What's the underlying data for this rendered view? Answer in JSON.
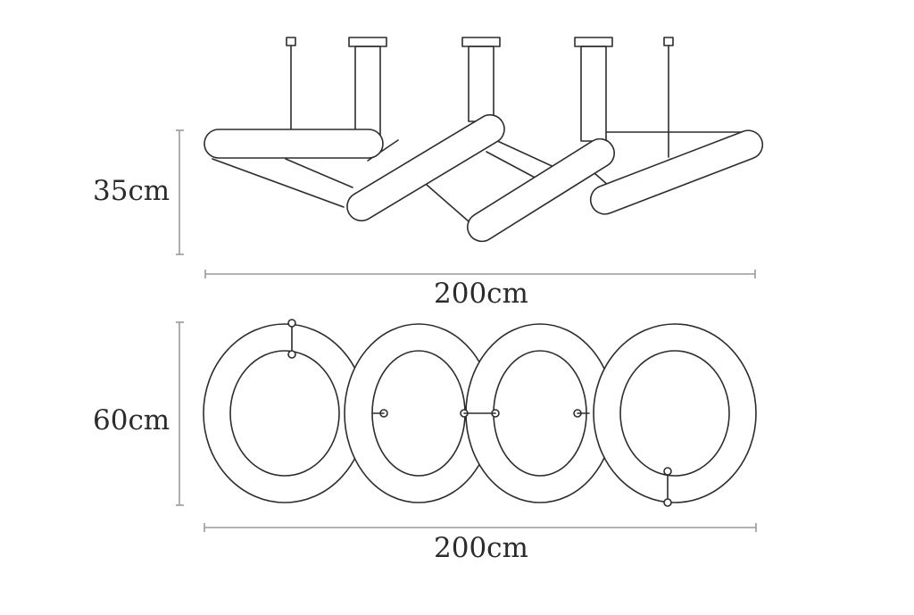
{
  "diagram": {
    "side_view": {
      "height_label": "35cm",
      "width_label": "200cm"
    },
    "top_view": {
      "depth_label": "60cm",
      "width_label": "200cm"
    },
    "colors": {
      "ink": "#2d2d2d",
      "dimension_line": "#9a9a9a",
      "background": "#ffffff"
    }
  }
}
